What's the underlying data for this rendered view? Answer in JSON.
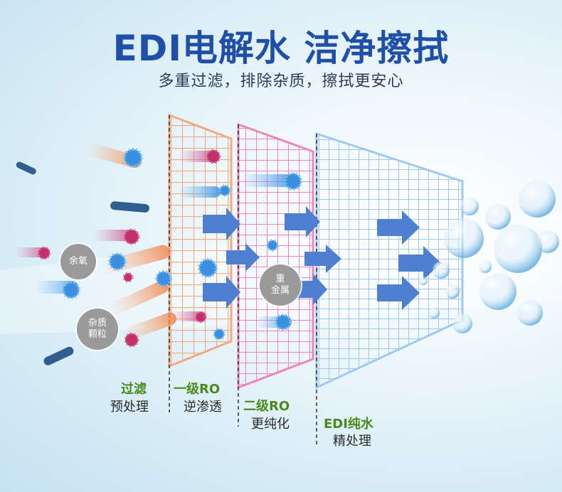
{
  "header": {
    "title": "EDI电解水 洁净擦拭",
    "subtitle": "多重过滤，排除杂质，擦拭更安心"
  },
  "labels": {
    "residual_chlorine": "余氧",
    "impurity_line1": "杂质",
    "impurity_line2": "颗粒",
    "metal_line1": "重",
    "metal_line2": "金属"
  },
  "stages": [
    {
      "title": "过滤",
      "subtitle": "预处理"
    },
    {
      "title": "一级RO",
      "subtitle": "逆渗透"
    },
    {
      "title": "二级RO",
      "subtitle": "更纯化"
    },
    {
      "title": "EDI纯水",
      "subtitle": "精处理"
    }
  ],
  "colors": {
    "title": "#1f4fa8",
    "stage_title": "#4a8a1a",
    "filter_orange": "#f2a77a",
    "filter_pink": "#ef7fb8",
    "filter_blue": "#9cc7ef",
    "arrow": "#4f7fd0"
  }
}
